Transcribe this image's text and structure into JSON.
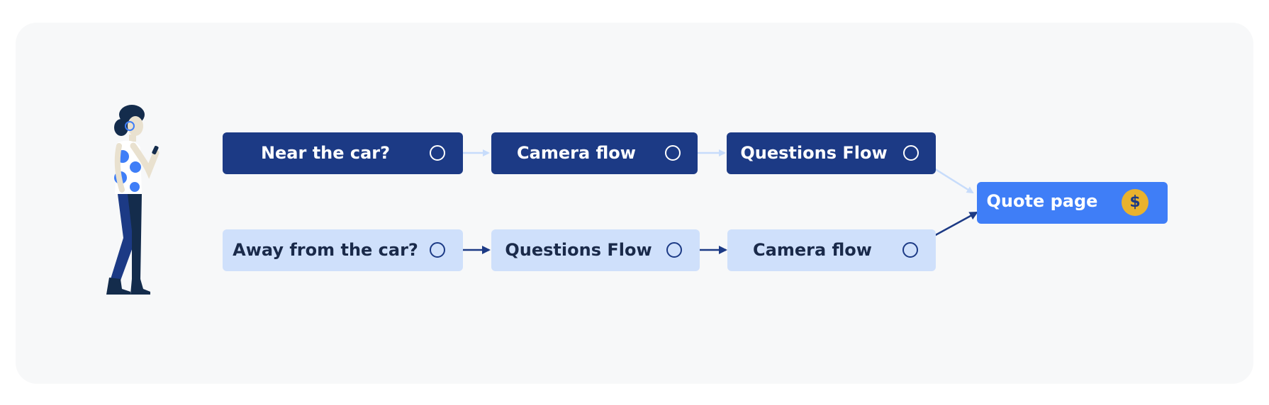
{
  "nodes": {
    "near_car": "Near the car?",
    "camera_flow_top": "Camera flow",
    "questions_flow_top": "Questions Flow",
    "away_car": "Away from the car?",
    "questions_flow_bottom": "Questions Flow",
    "camera_flow_bottom": "Camera flow",
    "quote_page": "Quote page"
  },
  "coin_symbol": "$",
  "colors": {
    "dark_node": "#1c3a85",
    "light_node": "#cfe0fb",
    "quote_node": "#3f7ef7",
    "coin": "#e9b22e",
    "light_arrow": "#c7dcfb",
    "dark_arrow": "#1c3a85"
  },
  "icons": [
    "woman-with-phone-illustration",
    "dollar-coin-icon"
  ]
}
